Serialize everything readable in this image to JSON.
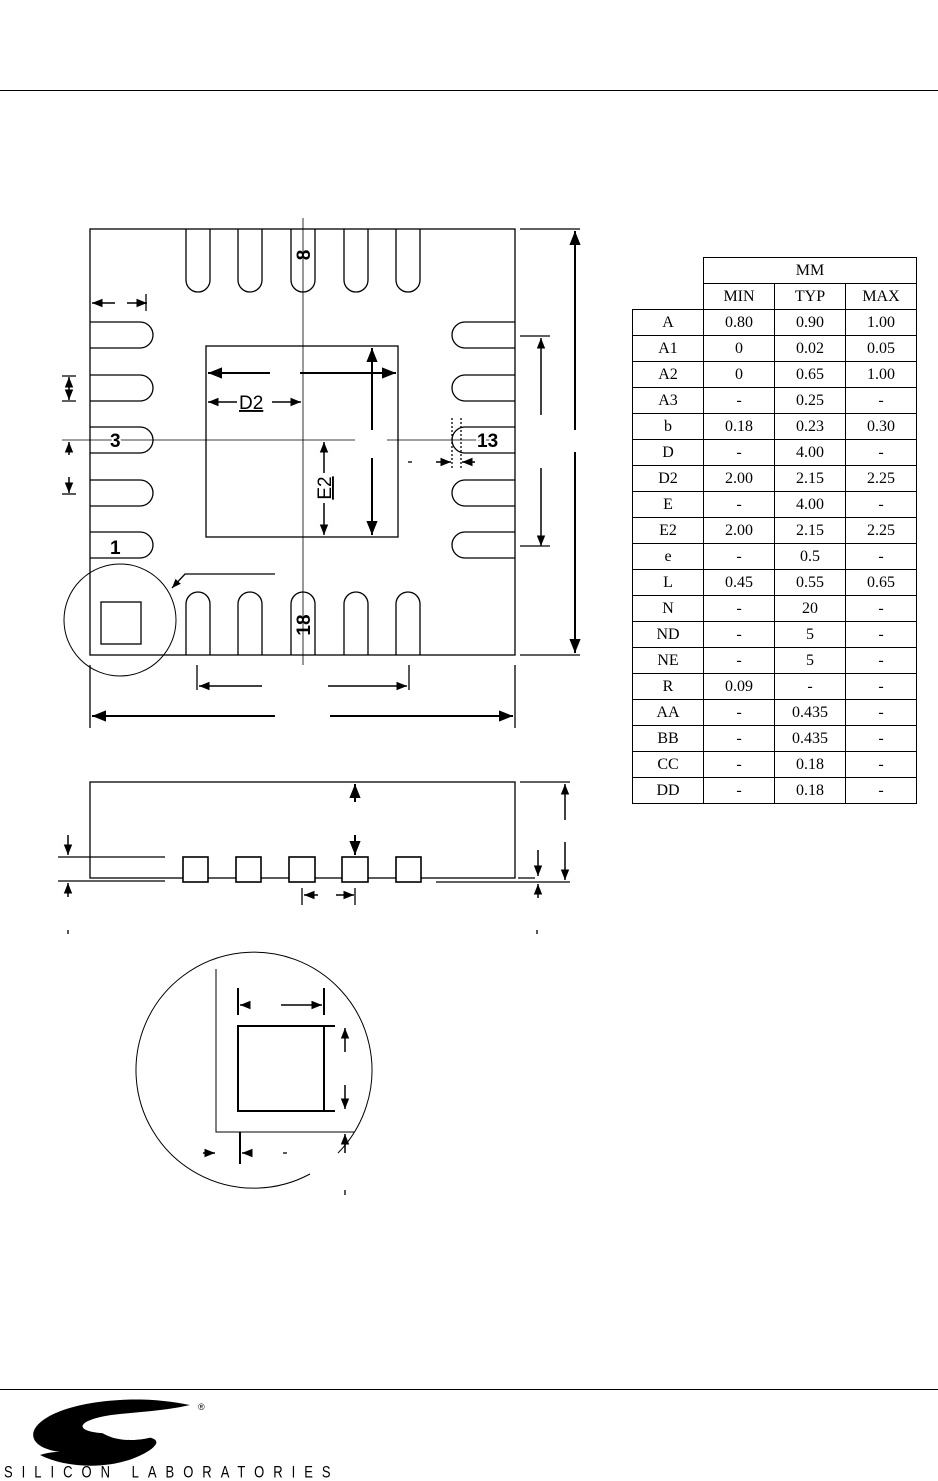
{
  "drawing": {
    "pin_labels": {
      "pin8": "8",
      "pin3": "3",
      "pin13": "13",
      "pin1": "1",
      "pin18": "18"
    },
    "dim_labels": {
      "d2": "D2",
      "e2": "E2"
    }
  },
  "dimension_table": {
    "unit_header": "MM",
    "columns": [
      "MIN",
      "TYP",
      "MAX"
    ],
    "rows": [
      {
        "symbol": "A",
        "min": "0.80",
        "typ": "0.90",
        "max": "1.00"
      },
      {
        "symbol": "A1",
        "min": "0",
        "typ": "0.02",
        "max": "0.05"
      },
      {
        "symbol": "A2",
        "min": "0",
        "typ": "0.65",
        "max": "1.00"
      },
      {
        "symbol": "A3",
        "min": "-",
        "typ": "0.25",
        "max": "-"
      },
      {
        "symbol": "b",
        "min": "0.18",
        "typ": "0.23",
        "max": "0.30"
      },
      {
        "symbol": "D",
        "min": "-",
        "typ": "4.00",
        "max": "-"
      },
      {
        "symbol": "D2",
        "min": "2.00",
        "typ": "2.15",
        "max": "2.25"
      },
      {
        "symbol": "E",
        "min": "-",
        "typ": "4.00",
        "max": "-"
      },
      {
        "symbol": "E2",
        "min": "2.00",
        "typ": "2.15",
        "max": "2.25"
      },
      {
        "symbol": "e",
        "min": "-",
        "typ": "0.5",
        "max": "-"
      },
      {
        "symbol": "L",
        "min": "0.45",
        "typ": "0.55",
        "max": "0.65"
      },
      {
        "symbol": "N",
        "min": "-",
        "typ": "20",
        "max": "-"
      },
      {
        "symbol": "ND",
        "min": "-",
        "typ": "5",
        "max": "-"
      },
      {
        "symbol": "NE",
        "min": "-",
        "typ": "5",
        "max": "-"
      },
      {
        "symbol": "R",
        "min": "0.09",
        "typ": "-",
        "max": "-"
      },
      {
        "symbol": "AA",
        "min": "-",
        "typ": "0.435",
        "max": "-"
      },
      {
        "symbol": "BB",
        "min": "-",
        "typ": "0.435",
        "max": "-"
      },
      {
        "symbol": "CC",
        "min": "-",
        "typ": "0.18",
        "max": "-"
      },
      {
        "symbol": "DD",
        "min": "-",
        "typ": "0.18",
        "max": "-"
      }
    ]
  },
  "footer": {
    "logo_text": "SILICON LABORATORIES",
    "registered": "®"
  }
}
